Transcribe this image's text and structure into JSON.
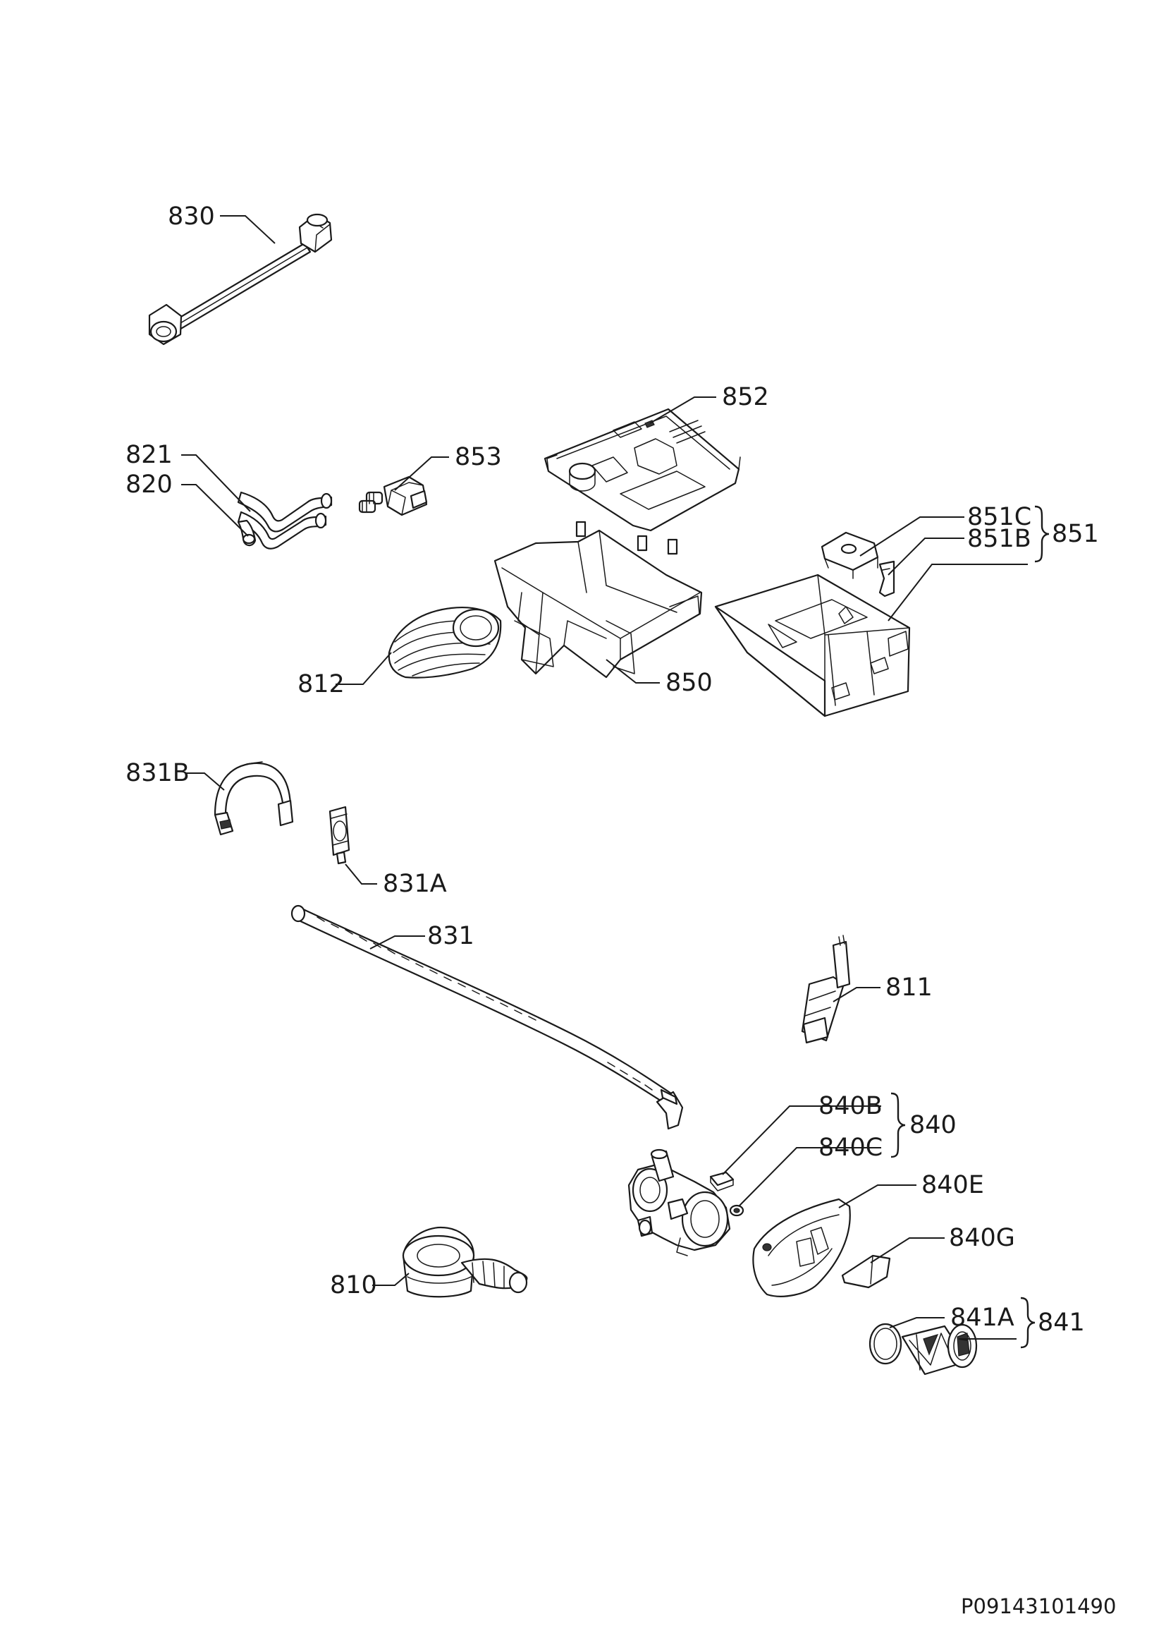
{
  "diagram": {
    "document_id": "P09143101490",
    "parts": [
      {
        "id": "830"
      },
      {
        "id": "852"
      },
      {
        "id": "821"
      },
      {
        "id": "820"
      },
      {
        "id": "853"
      },
      {
        "id": "851C"
      },
      {
        "id": "851B"
      },
      {
        "id": "851"
      },
      {
        "id": "812"
      },
      {
        "id": "850"
      },
      {
        "id": "831B"
      },
      {
        "id": "831A"
      },
      {
        "id": "831"
      },
      {
        "id": "811"
      },
      {
        "id": "840B"
      },
      {
        "id": "840C"
      },
      {
        "id": "840"
      },
      {
        "id": "840E"
      },
      {
        "id": "840G"
      },
      {
        "id": "810"
      },
      {
        "id": "841A"
      },
      {
        "id": "841"
      }
    ]
  }
}
